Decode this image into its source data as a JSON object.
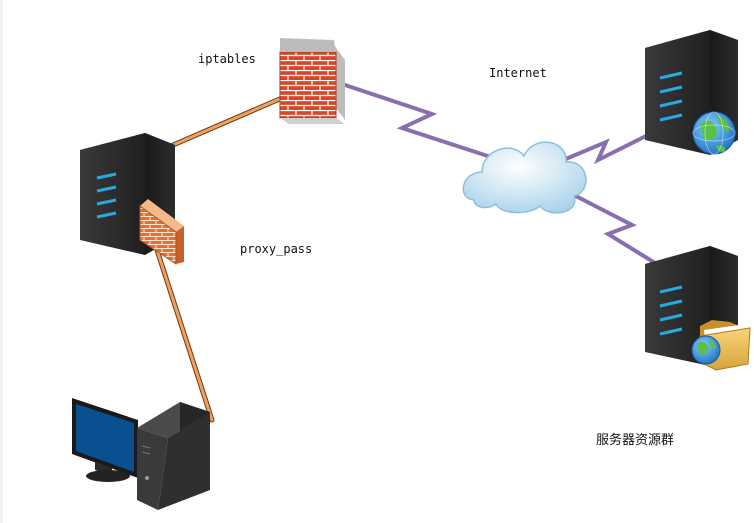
{
  "labels": {
    "iptables": "iptables",
    "internet": "Internet",
    "proxy_pass": "proxy_pass",
    "server_cluster": "服务器资源群"
  },
  "colors": {
    "wan_link": "#8a6fb0",
    "lan_link": "#e8904a",
    "firewall_brick": "#d9472b",
    "server_body": "#2e2e2e",
    "server_led": "#2aa8e0",
    "cloud": "#cfe8f5",
    "monitor_screen": "#0a4f8f"
  },
  "icons": [
    "firewall-icon",
    "proxy-server-icon",
    "local-firewall-icon",
    "client-pc-icon",
    "cloud-icon",
    "web-server-icon",
    "globe-icon",
    "file-server-icon",
    "folder-icon"
  ]
}
